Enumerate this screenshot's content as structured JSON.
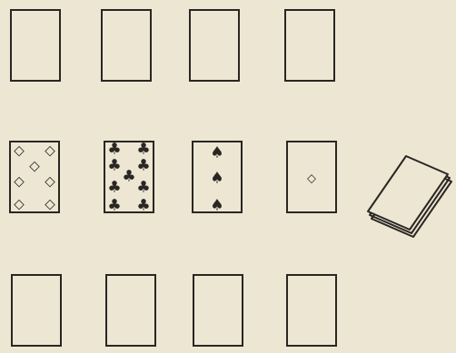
{
  "colors": {
    "paper": "#ece6d3",
    "ink": "#2a2622"
  },
  "top_row": {
    "cards": [
      "empty",
      "empty",
      "empty",
      "empty"
    ]
  },
  "middle_row": {
    "cards": [
      {
        "rank": "7",
        "suit": "diamonds",
        "symbol": "◇"
      },
      {
        "rank": "9",
        "suit": "clubs",
        "symbol": "♣"
      },
      {
        "rank": "3",
        "suit": "spades",
        "symbol": "♠"
      },
      {
        "rank": "A",
        "suit": "diamonds",
        "symbol": "◇"
      }
    ]
  },
  "bottom_row": {
    "cards": [
      "empty",
      "empty",
      "empty",
      "empty"
    ]
  },
  "deck": {
    "state": "face-down",
    "icon": "card-deck-icon"
  }
}
